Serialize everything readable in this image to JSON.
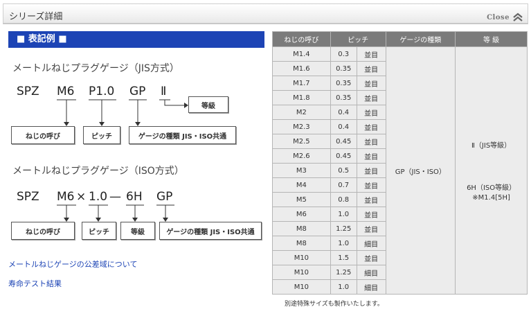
{
  "header": {
    "title": "シリーズ詳細",
    "close_label": "Close"
  },
  "section": {
    "title": "■ 表記例 ■"
  },
  "jis": {
    "title": "メートルねじプラグゲージ（JIS方式）",
    "parts": {
      "spz": "SPZ",
      "m": "M6",
      "p": "P1.0",
      "gp": "GP",
      "grade": "Ⅱ"
    },
    "labels": {
      "name": "ねじの呼び",
      "pitch": "ピッチ",
      "type": "ゲージの種類 JIS・ISO共通",
      "grade": "等級"
    }
  },
  "iso": {
    "title": "メートルねじプラグゲージ（ISO方式）",
    "parts": {
      "spz": "SPZ",
      "m": "M6",
      "times": "×",
      "p": "1.0",
      "dash": "—",
      "grade": "6H",
      "gp": "GP"
    },
    "labels": {
      "name": "ねじの呼び",
      "pitch": "ピッチ",
      "grade": "等級",
      "type": "ゲージの種類 JIS・ISO共通"
    }
  },
  "links": {
    "tolerance": "メートルねじゲージの公差域について",
    "life_test": "寿命テスト結果"
  },
  "table": {
    "headers": [
      "ねじの呼び",
      "ピッチ",
      "ゲージの種類",
      "等 級"
    ],
    "rows": [
      [
        "M1.4",
        "0.3",
        "並目"
      ],
      [
        "M1.6",
        "0.35",
        "並目"
      ],
      [
        "M1.7",
        "0.35",
        "並目"
      ],
      [
        "M1.8",
        "0.35",
        "並目"
      ],
      [
        "M2",
        "0.4",
        "並目"
      ],
      [
        "M2.3",
        "0.4",
        "並目"
      ],
      [
        "M2.5",
        "0.45",
        "並目"
      ],
      [
        "M2.6",
        "0.45",
        "並目"
      ],
      [
        "M3",
        "0.5",
        "並目"
      ],
      [
        "M4",
        "0.7",
        "並目"
      ],
      [
        "M5",
        "0.8",
        "並目"
      ],
      [
        "M6",
        "1.0",
        "並目"
      ],
      [
        "M8",
        "1.25",
        "並目"
      ],
      [
        "M8",
        "1.0",
        "細目"
      ],
      [
        "M10",
        "1.5",
        "並目"
      ],
      [
        "M10",
        "1.25",
        "細目"
      ],
      [
        "M10",
        "1.0",
        "細目"
      ]
    ],
    "gauge_type": "GP（JIS・ISO）",
    "grade_jis": "Ⅱ（JIS等級）",
    "grade_iso": "6H（ISO等級）",
    "grade_iso_note": "※M1.4[5H]"
  },
  "note": "別途特殊サイズも製作いたします。"
}
